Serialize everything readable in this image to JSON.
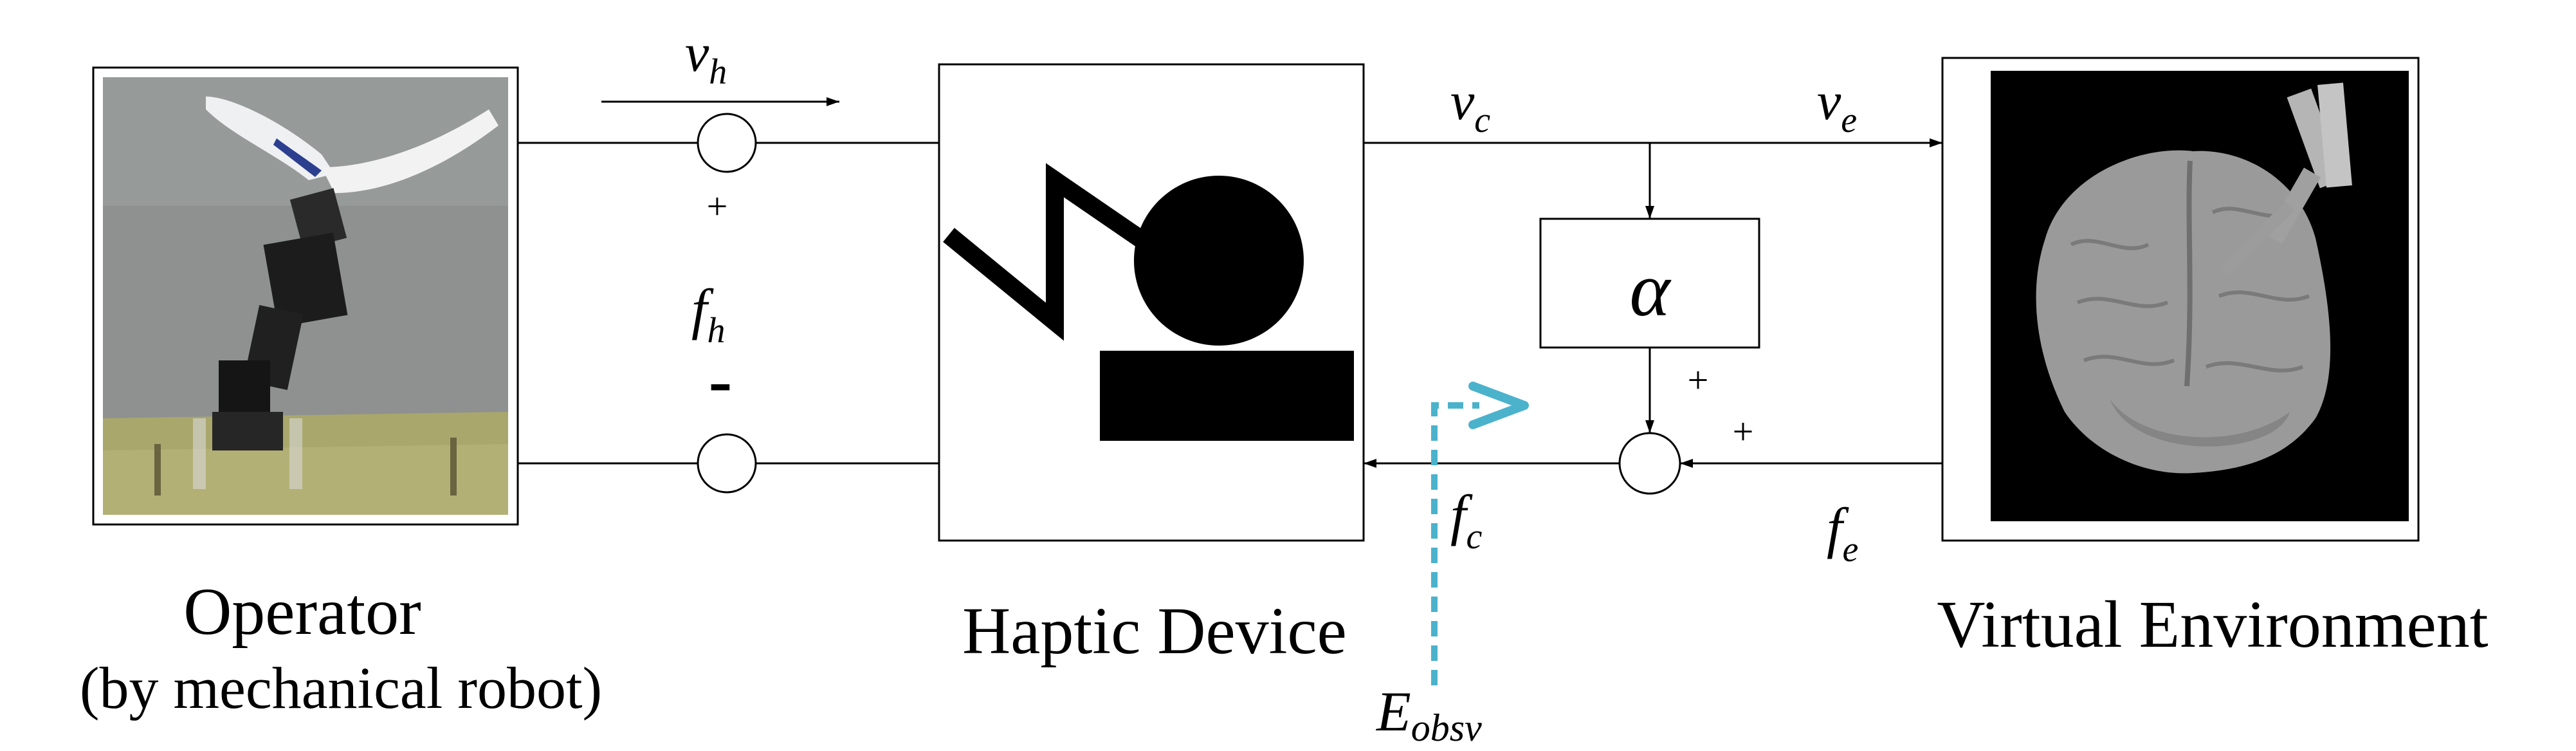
{
  "blocks": {
    "operator": {
      "caption_line1": "Operator",
      "caption_line2": "(by  mechanical robot)"
    },
    "haptic_device": {
      "caption": "Haptic Device"
    },
    "virtual_environment": {
      "caption": "Virtual Environment"
    },
    "gain": {
      "symbol": "α"
    }
  },
  "signals": {
    "v_h": {
      "base": "v",
      "sub": "h"
    },
    "f_h": {
      "base": "f",
      "sub": "h"
    },
    "v_c": {
      "base": "v",
      "sub": "c"
    },
    "v_e": {
      "base": "v",
      "sub": "e"
    },
    "f_c": {
      "base": "f",
      "sub": "c"
    },
    "f_e": {
      "base": "f",
      "sub": "e"
    },
    "e_obsv": {
      "base": "E",
      "sub": "obsv"
    }
  },
  "signs": {
    "top_junction_plus": "+",
    "operator_minus": "-",
    "gain_in_plus": "+",
    "env_in_plus": "+"
  },
  "colors": {
    "line": "#000000",
    "observer": "#4bb2cc",
    "env_bg": "#000000",
    "brain": "#9a9a9a",
    "photo_bg": "#8e9190",
    "floor": "#a9a76c"
  }
}
